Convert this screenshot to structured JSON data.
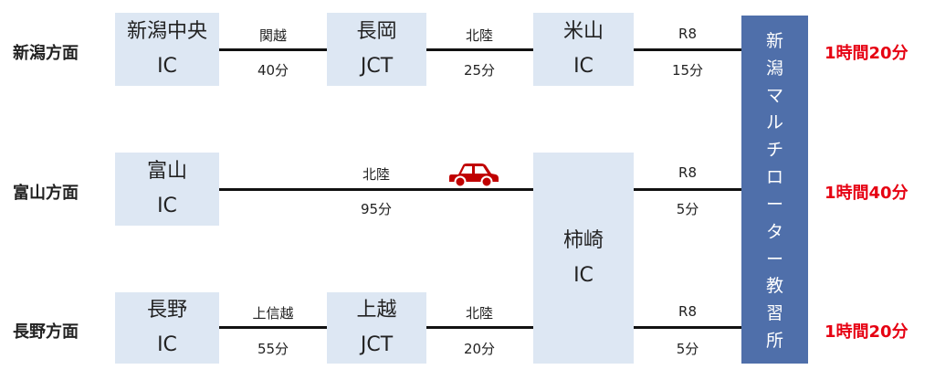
{
  "rows": [
    {
      "label": "新潟方面",
      "time": "1時間20分"
    },
    {
      "label": "富山方面",
      "time": "1時間40分"
    },
    {
      "label": "長野方面",
      "time": "1時間20分"
    }
  ],
  "nodes": {
    "niigata_chuo": {
      "line1": "新潟中央",
      "line2": "IC"
    },
    "nagaoka": {
      "line1": "長岡",
      "line2": "JCT"
    },
    "yoneyama": {
      "line1": "米山",
      "line2": "IC"
    },
    "toyama": {
      "line1": "富山",
      "line2": "IC"
    },
    "kakizaki": {
      "line1": "柿崎",
      "line2": "IC"
    },
    "nagano": {
      "line1": "長野",
      "line2": "IC"
    },
    "joetsu": {
      "line1": "上越",
      "line2": "JCT"
    }
  },
  "segments": {
    "r1a": {
      "road": "関越",
      "time": "40分"
    },
    "r1b": {
      "road": "北陸",
      "time": "25分"
    },
    "r1c": {
      "road": "R8",
      "time": "15分"
    },
    "r2a": {
      "road": "北陸",
      "time": "95分"
    },
    "r2b": {
      "road": "R8",
      "time": "5分"
    },
    "r3a": {
      "road": "上信越",
      "time": "55分"
    },
    "r3b": {
      "road": "北陸",
      "time": "20分"
    },
    "r3c": {
      "road": "R8",
      "time": "5分"
    }
  },
  "destination": [
    "新",
    "潟",
    "マ",
    "ル",
    "チ",
    "ロ",
    "ー",
    "タ",
    "ー",
    "教",
    "習",
    "所"
  ],
  "icons": {
    "car": "car-icon"
  },
  "colors": {
    "box": "#dde7f3",
    "destination": "#4f6faa",
    "time": "#e60012",
    "car": "#c00000"
  }
}
